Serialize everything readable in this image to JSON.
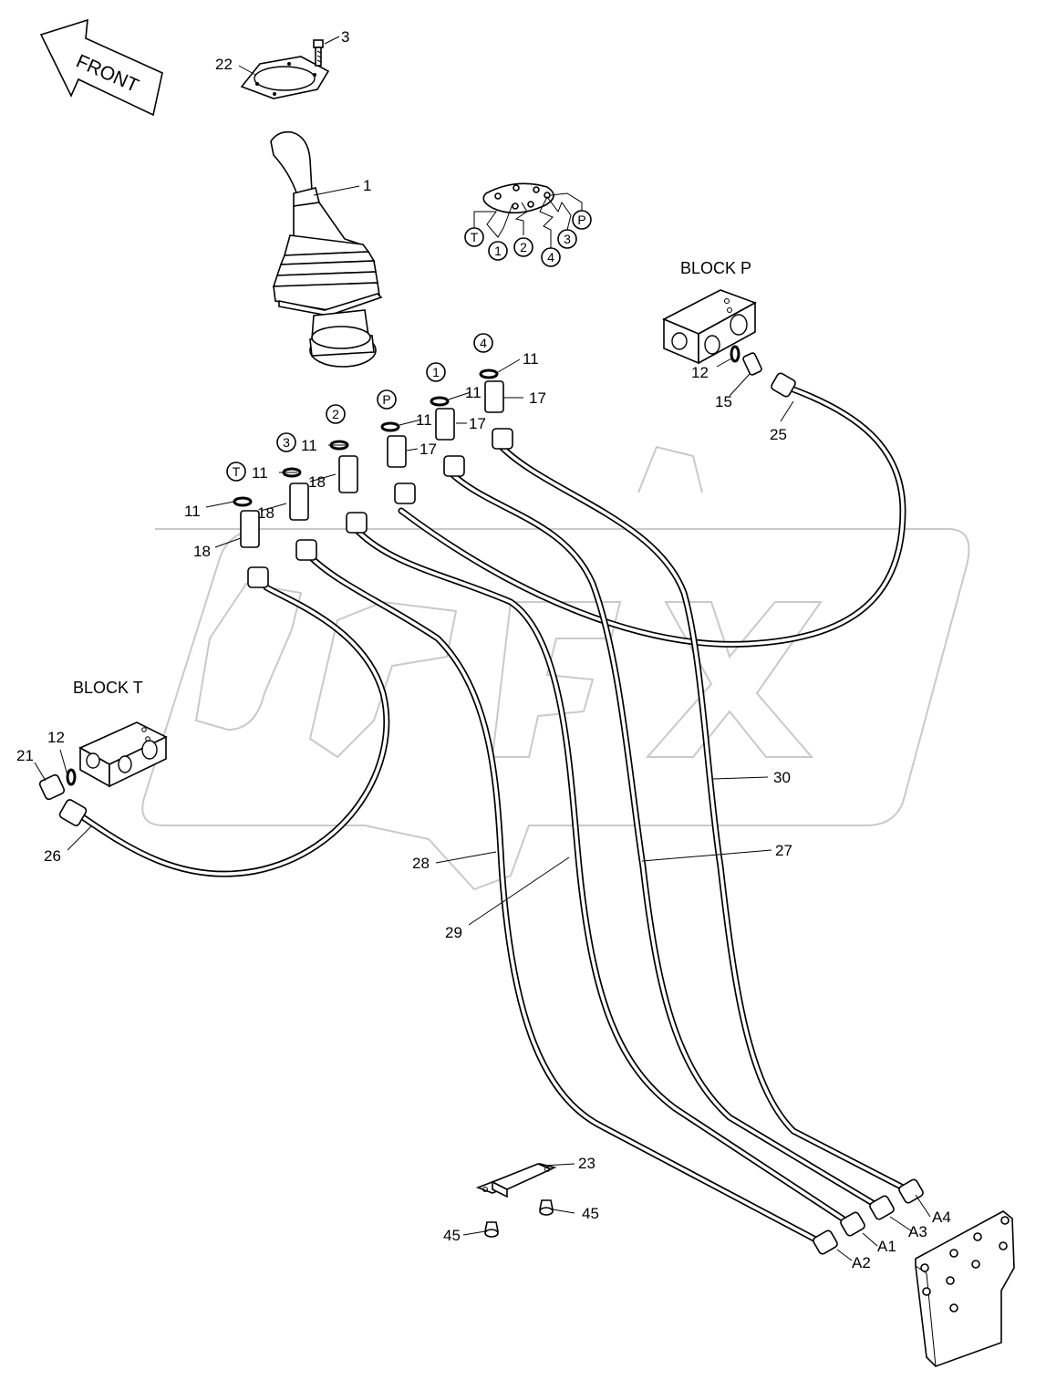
{
  "front_arrow_text": "FRONT",
  "blocks": {
    "p": "BLOCK  P",
    "t": "BLOCK  T"
  },
  "watermark": "OPEX",
  "port_schematic": [
    "T",
    "1",
    "2",
    "4",
    "3",
    "P"
  ],
  "port_circles": [
    "4",
    "1",
    "P",
    "2",
    "3",
    "T"
  ],
  "callouts": {
    "c1": "1",
    "c3": "3",
    "c22": "22",
    "c11a": "11",
    "c11b": "11",
    "c11c": "11",
    "c11d": "11",
    "c11e": "11",
    "c11f": "11",
    "c17a": "17",
    "c17b": "17",
    "c17c": "17",
    "c18a": "18",
    "c18b": "18",
    "c18c": "18",
    "c12p": "12",
    "c15": "15",
    "c25": "25",
    "c12t": "12",
    "c21": "21",
    "c26": "26",
    "c30": "30",
    "c27": "27",
    "c28": "28",
    "c29": "29",
    "c23": "23",
    "c45a": "45",
    "c45b": "45"
  },
  "ends": {
    "a1": "A1",
    "a2": "A2",
    "a3": "A3",
    "a4": "A4"
  }
}
